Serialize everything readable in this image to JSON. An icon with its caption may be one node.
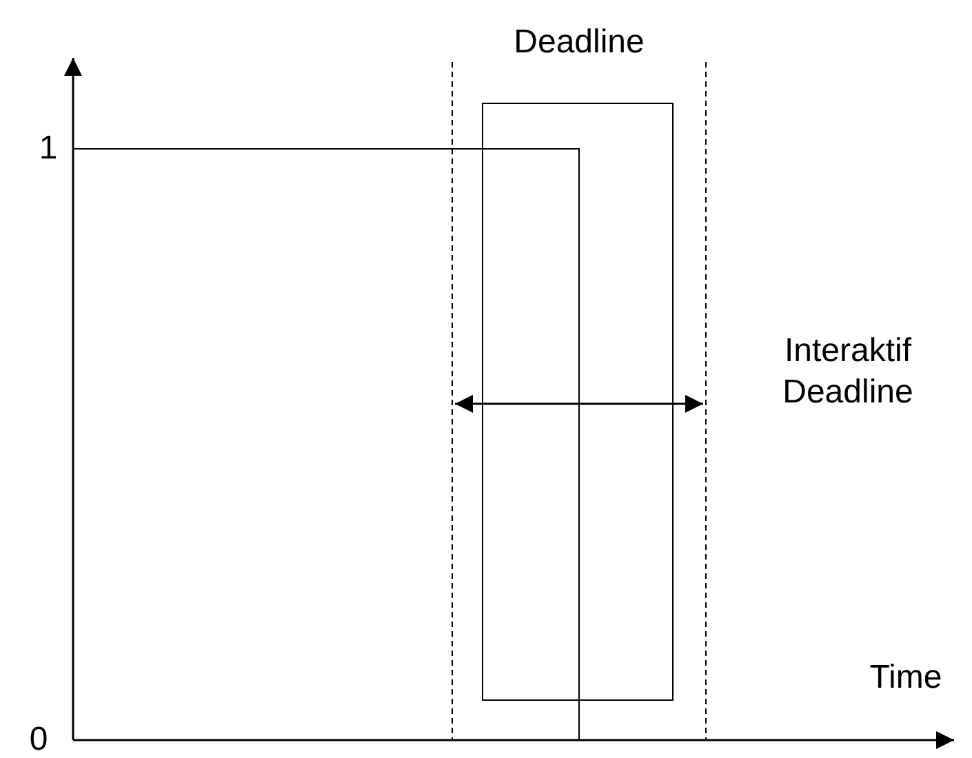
{
  "diagram": {
    "labels": [
      "Deadline",
      "1",
      "Interaktif Deadline",
      "Time",
      "0"
    ]
  }
}
